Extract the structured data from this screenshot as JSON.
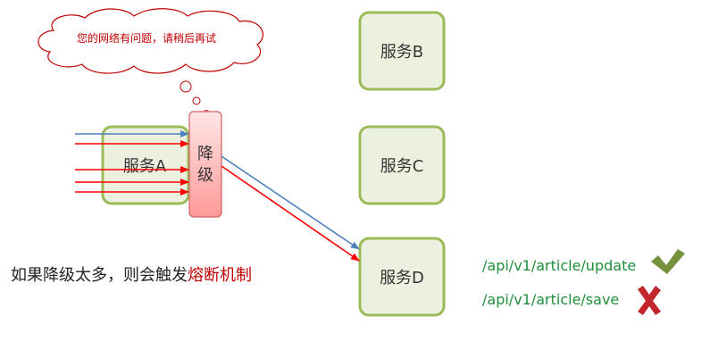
{
  "cloud": {
    "message": "您的网络有问题，请稍后再试"
  },
  "services": {
    "a": {
      "label": "服务A"
    },
    "b": {
      "label": "服务B"
    },
    "c": {
      "label": "服务C"
    },
    "d": {
      "label": "服务D"
    }
  },
  "fallback": {
    "label": "降级"
  },
  "caption": {
    "prefix": "如果降级太多，则会触发",
    "highlight": "熔断机制"
  },
  "apis": [
    {
      "path": "/api/v1/article/update",
      "status": "allowed",
      "icon": "check-icon"
    },
    {
      "path": "/api/v1/article/save",
      "status": "blocked",
      "icon": "cross-icon"
    }
  ],
  "colors": {
    "service_fill": "#ebf1de",
    "service_border": "#9bbb59",
    "fallback_fill_top": "#ffe6e6",
    "fallback_fill_bottom": "#ff9999",
    "fallback_border": "#d06060",
    "arrow_red": "#ff0000",
    "arrow_blue": "#4f81bd",
    "cloud_text": "#c00000",
    "api_text": "#1f8f3a",
    "check": "#76923c",
    "cross": "#c0282e"
  }
}
